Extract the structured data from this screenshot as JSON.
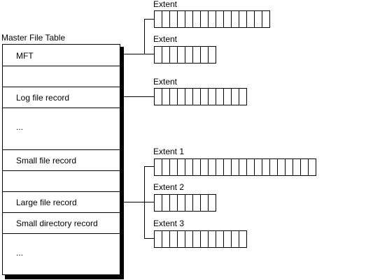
{
  "table": {
    "title": "Master File Table",
    "rows": [
      {
        "label": "MFT"
      },
      {
        "label": ""
      },
      {
        "label": "Log file record"
      },
      {
        "label": "..."
      },
      {
        "label": "Small file record"
      },
      {
        "label": ""
      },
      {
        "label": "Large file record"
      },
      {
        "label": "Small directory record"
      },
      {
        "label": "..."
      }
    ]
  },
  "extent_groups": [
    {
      "source_row": "MFT",
      "extents": [
        {
          "label": "Extent",
          "cells": 15
        },
        {
          "label": "Extent",
          "cells": 8
        }
      ]
    },
    {
      "source_row": "Log file record",
      "extents": [
        {
          "label": "Extent",
          "cells": 12
        }
      ]
    },
    {
      "source_row": "Large file record",
      "extents": [
        {
          "label": "Extent 1",
          "cells": 21
        },
        {
          "label": "Extent 2",
          "cells": 8
        },
        {
          "label": "Extent 3",
          "cells": 12
        }
      ]
    }
  ]
}
